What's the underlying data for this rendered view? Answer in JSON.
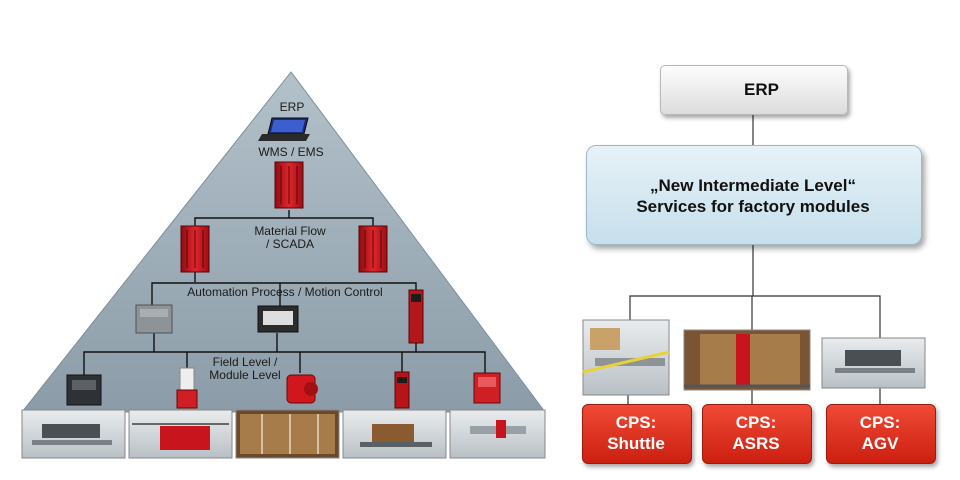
{
  "pyramid": {
    "levels": {
      "erp": "ERP",
      "wms": "WMS / EMS",
      "material_flow_1": "Material Flow",
      "material_flow_2": "/ SCADA",
      "automation": "Automation Process / Motion Control",
      "field_1": "Field Level /",
      "field_2": "Module Level"
    }
  },
  "right": {
    "erp_label": "ERP",
    "intermediate_line1": "„New Intermediate Level“",
    "intermediate_line2": "Services for factory modules",
    "cps": [
      {
        "line1": "CPS:",
        "line2": "Shuttle"
      },
      {
        "line1": "CPS:",
        "line2": "ASRS"
      },
      {
        "line1": "CPS:",
        "line2": "AGV"
      }
    ]
  },
  "colors": {
    "pyramid_fill": "#9aabb6",
    "controller_red": "#c8141c",
    "cps_red": "#e23a26",
    "intermediate_fill": "#d4e7f1"
  },
  "icons": [
    "laptop-icon",
    "controller-icon",
    "drive-icon",
    "server-stack-icon",
    "machine-photo"
  ]
}
